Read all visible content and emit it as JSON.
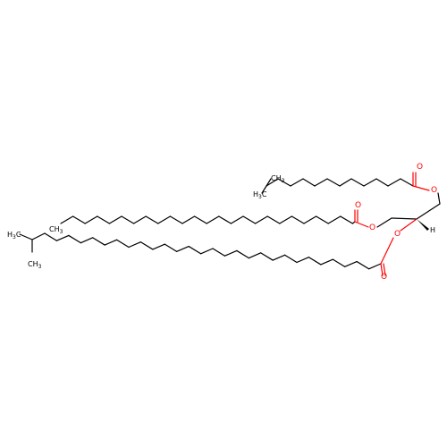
{
  "molecule": {
    "atoms": {
      "oxygen": "O",
      "h_stereo": "H",
      "ch3_chain2": "CH",
      "ch3_chain2_sub": "3",
      "ch3_isobranch": "CH",
      "ch3_isobranch_sub": "3",
      "h3c_top": "H",
      "h3c_top_sub": "3",
      "h3c_top_c": "C",
      "h3c_bottom": "H",
      "h3c_bottom_sub": "3",
      "h3c_bottom_c": "C",
      "ch3_bottom_branch": "CH",
      "ch3_bottom_branch_sub": "3"
    }
  },
  "colors": {
    "bond": "#000000",
    "oxygen": "#ff0000",
    "background": "#ffffff"
  }
}
